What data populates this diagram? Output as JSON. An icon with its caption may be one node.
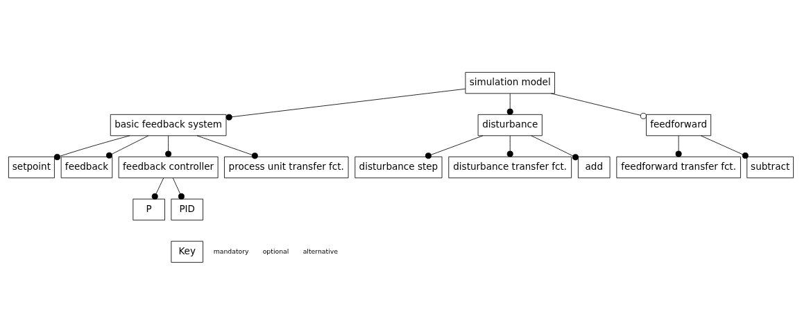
{
  "diagram": {
    "nodes": [
      {
        "text": [
          "simulation model"
        ]
      },
      {
        "text": [
          "basic feedback system"
        ]
      },
      {
        "text": [
          "disturbance"
        ]
      },
      {
        "text": [
          "feedforward"
        ]
      },
      {
        "text": [
          "setpoint"
        ]
      },
      {
        "text": [
          "feedback"
        ]
      },
      {
        "text": [
          "feedback controller"
        ]
      },
      {
        "text": [
          "process unit transfer fct."
        ]
      },
      {
        "text": [
          "disturbance step"
        ]
      },
      {
        "text": [
          "disturbance transfer fct."
        ]
      },
      {
        "text": [
          "add"
        ]
      },
      {
        "text": [
          "feedforward transfer fct."
        ]
      },
      {
        "text": [
          "subtract"
        ]
      },
      {
        "text": [
          "P"
        ]
      },
      {
        "text": [
          "PID"
        ]
      },
      {
        "text": [
          "Key"
        ]
      }
    ],
    "edges": [
      {
        "from": 0,
        "to": 1,
        "arrow": "other"
      },
      {
        "from": 0,
        "to": 2,
        "arrow": "other"
      },
      {
        "from": 0,
        "to": 3,
        "arrow": "other"
      },
      {
        "from": 1,
        "to": 4,
        "arrow": "other"
      },
      {
        "from": 1,
        "to": 5,
        "arrow": "other"
      },
      {
        "from": 1,
        "to": 6,
        "arrow": "other"
      },
      {
        "from": 1,
        "to": 7,
        "arrow": "other"
      },
      {
        "from": 2,
        "to": 8,
        "arrow": "other"
      },
      {
        "from": 2,
        "to": 9,
        "arrow": "other"
      },
      {
        "from": 2,
        "to": 10,
        "arrow": "other"
      },
      {
        "from": 3,
        "to": 11,
        "arrow": "other"
      },
      {
        "from": 3,
        "to": 12,
        "arrow": "other"
      },
      {
        "from": 6,
        "to": 13,
        "arrow": "other"
      },
      {
        "from": 6,
        "to": 14,
        "arrow": "other"
      }
    ],
    "legend": [
      {
        "text": "mandatory"
      },
      {
        "text": "optional"
      },
      {
        "text": "alternative"
      }
    ]
  }
}
